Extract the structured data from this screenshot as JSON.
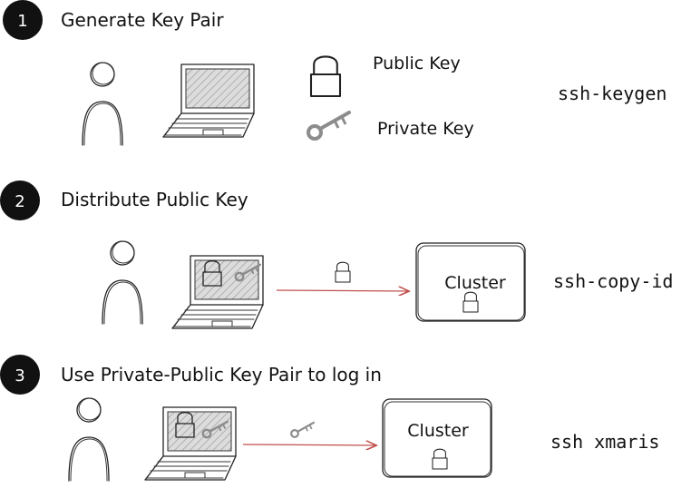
{
  "steps": [
    {
      "number": "1",
      "title": "Generate Key Pair",
      "command": "ssh-keygen"
    },
    {
      "number": "2",
      "title": "Distribute Public Key",
      "command": "ssh-copy-id"
    },
    {
      "number": "3",
      "title": "Use Private-Public Key Pair to log in",
      "command": "ssh xmaris"
    }
  ],
  "legend": {
    "public_key": "Public Key",
    "private_key": "Private Key"
  },
  "cluster_label": "Cluster",
  "colors": {
    "arrow": "#c0504d",
    "key": "#8c8c8c",
    "badge": "#111111",
    "hatch": "#9a9a9a"
  }
}
